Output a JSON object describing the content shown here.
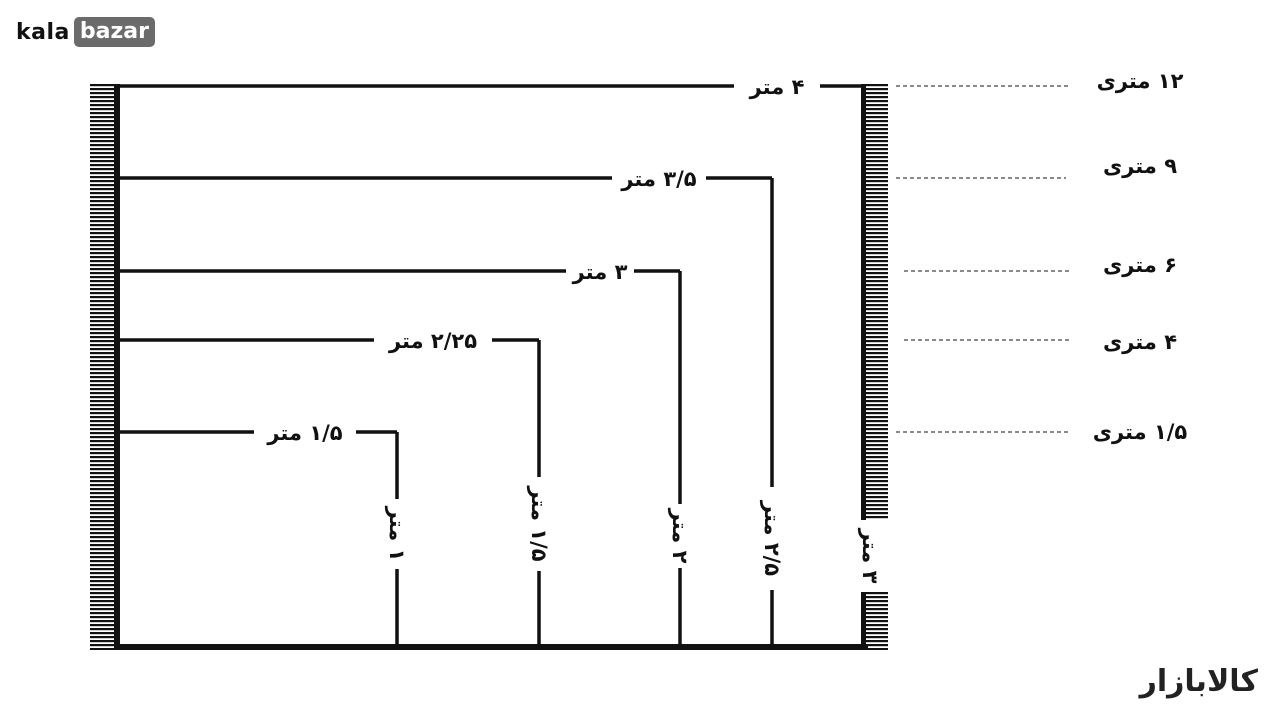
{
  "brand": {
    "kala": "kala",
    "bazar": "bazar",
    "persian_logo": "کالابازار"
  },
  "carpet_sizes": [
    {
      "area": "۱۲ متری",
      "width": "۴ متر",
      "length": "۳ متر"
    },
    {
      "area": "۹ متری",
      "width": "۳/۵ متر",
      "length": "۲/۵ متر"
    },
    {
      "area": "۶ متری",
      "width": "۳ متر",
      "length": "۲ متر"
    },
    {
      "area": "۴ متری",
      "width": "۲/۲۵ متر",
      "length": "۱/۵ متر"
    },
    {
      "area": "۱/۵ متری",
      "width": "۱/۵ متر",
      "length": "۱ متر"
    }
  ],
  "colors": {
    "line": "#111111",
    "dash": "#444444",
    "logo_box": "#6b6b6b"
  }
}
